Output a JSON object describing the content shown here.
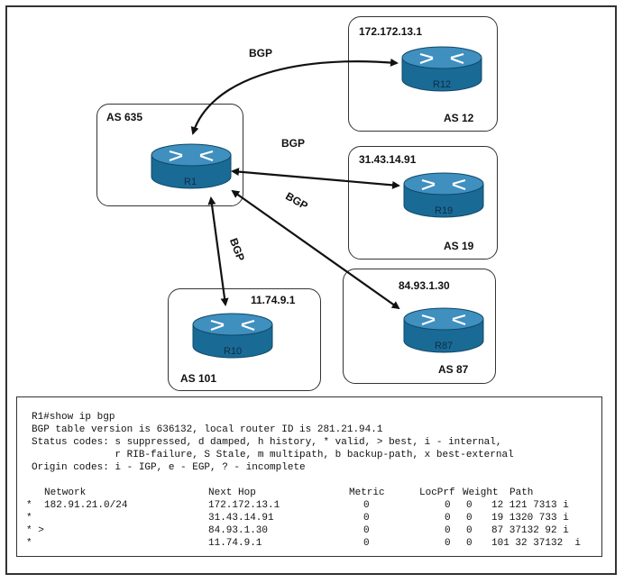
{
  "routers": {
    "r1": {
      "name": "R1",
      "as": "AS 635"
    },
    "r12": {
      "name": "R12",
      "as": "AS 12",
      "ip": "172.172.13.1"
    },
    "r19": {
      "name": "R19",
      "as": "AS 19",
      "ip": "31.43.14.91"
    },
    "r87": {
      "name": "R87",
      "as": "AS 87",
      "ip": "84.93.1.30"
    },
    "r10": {
      "name": "R10",
      "as": "AS 101",
      "ip": "11.74.9.1"
    }
  },
  "links": {
    "bgp_label": "BGP"
  },
  "colors": {
    "router_body": "#1a6a96",
    "router_top": "#3f8fbf",
    "router_edge": "#0e4866"
  },
  "cli": {
    "prompt": "R1#show ip bgp",
    "line1": "BGP table version is 636132, local router ID is 281.21.94.1",
    "line2": "Status codes: s suppressed, d damped, h history, * valid, > best, i - internal,",
    "line3": "              r RIB-failure, S Stale, m multipath, b backup-path, x best-external",
    "line4": "Origin codes: i - IGP, e - EGP, ? - incomplete",
    "headers": {
      "network": "Network",
      "next_hop": "Next Hop",
      "metric": "Metric",
      "locprf": "LocPrf",
      "weight": "Weight",
      "path": "Path"
    },
    "rows": [
      {
        "status": "*",
        "network": "182.91.21.0/24",
        "next_hop": "172.172.13.1",
        "metric": "0",
        "locprf": "0",
        "weight": "0",
        "path": "12 121 7313 i"
      },
      {
        "status": "*",
        "network": "",
        "next_hop": "31.43.14.91",
        "metric": "0",
        "locprf": "0",
        "weight": "0",
        "path": "19 1320 733 i"
      },
      {
        "status": "* >",
        "network": "",
        "next_hop": "84.93.1.30",
        "metric": "0",
        "locprf": "0",
        "weight": "0",
        "path": "87 37132 92 i"
      },
      {
        "status": "*",
        "network": "",
        "next_hop": "11.74.9.1",
        "metric": "0",
        "locprf": "0",
        "weight": "0",
        "path": "101 32 37132  i"
      }
    ]
  }
}
